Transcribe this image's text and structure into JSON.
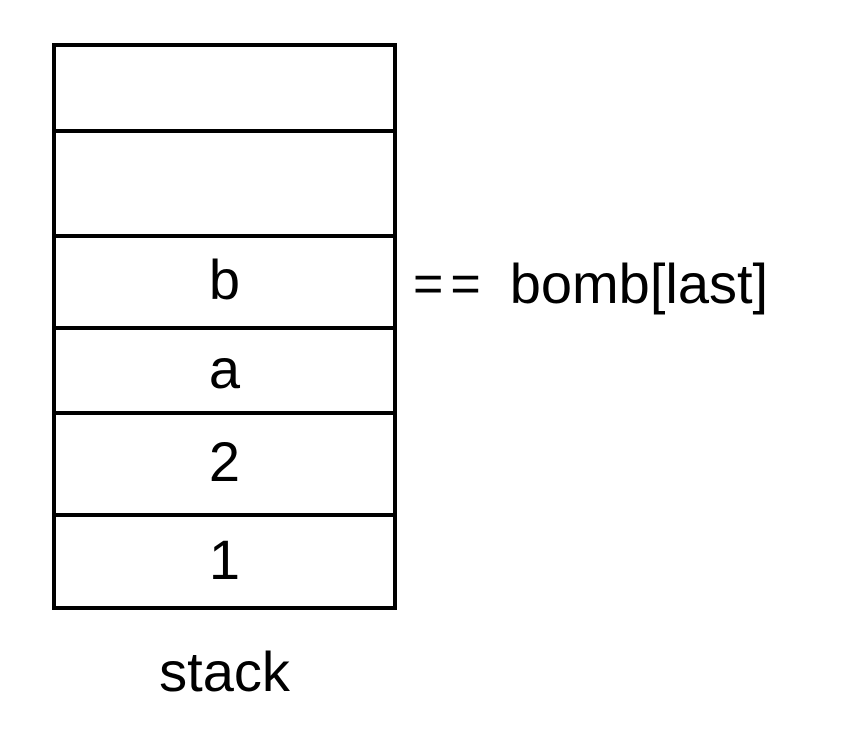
{
  "diagram": {
    "title": "stack diagram",
    "colors": {
      "stroke": "#000000",
      "background": "#ffffff",
      "text": "#000000"
    },
    "stack": {
      "label": "stack",
      "cells": [
        {
          "index": 0,
          "value": ""
        },
        {
          "index": 1,
          "value": ""
        },
        {
          "index": 2,
          "value": "b"
        },
        {
          "index": 3,
          "value": "a"
        },
        {
          "index": 4,
          "value": "2"
        },
        {
          "index": 5,
          "value": "1"
        }
      ]
    },
    "annotation": {
      "operator": "==",
      "expression": "bomb[last]",
      "attached_to_cell_value": "b"
    }
  }
}
